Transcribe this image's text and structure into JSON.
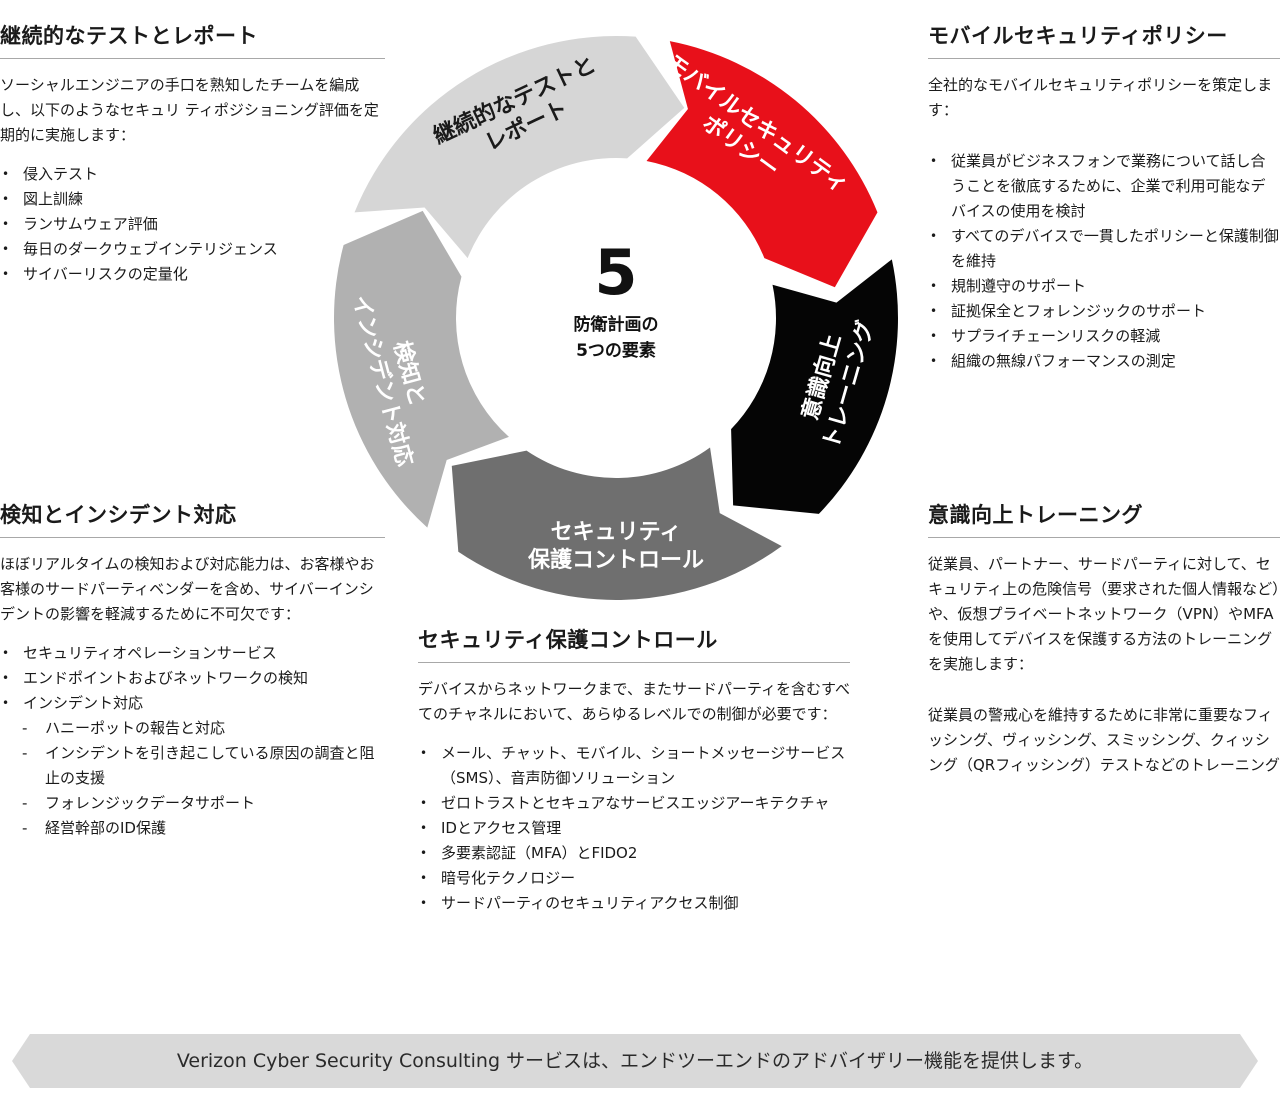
{
  "center": {
    "number": "5",
    "line1": "防衛計画の",
    "line2": "5つの要素"
  },
  "segments": [
    {
      "id": "testing",
      "lines": [
        "継続的なテストと",
        "レポート"
      ]
    },
    {
      "id": "mobile",
      "lines": [
        "モバイルセキュリティ",
        "ポリシー"
      ]
    },
    {
      "id": "awareness",
      "lines": [
        "意識向上",
        "トレーニング"
      ]
    },
    {
      "id": "controls",
      "lines": [
        "セキュリティ",
        "保護コントロール"
      ]
    },
    {
      "id": "detection",
      "lines": [
        "検知と",
        "インシデント対応"
      ]
    }
  ],
  "colors": {
    "testing": "#d6d6d6",
    "mobile": "#e8101a",
    "awareness": "#050505",
    "controls": "#6f6f6f",
    "detection": "#b1b1b1",
    "footer": "#d9d9d9"
  },
  "panels": {
    "testing": {
      "title": "継続的なテストとレポート",
      "intro": "ソーシャルエンジニアの手口を熟知したチームを編成し、以下のようなセキュリ ティポジショニング評価を定期的に実施します：",
      "bullets": [
        "侵入テスト",
        "図上訓練",
        "ランサムウェア評価",
        "毎日のダークウェブインテリジェンス",
        "サイバーリスクの定量化"
      ]
    },
    "mobile": {
      "title": "モバイルセキュリティポリシー",
      "intro": "全社的なモバイルセキュリティポリシーを策定します：",
      "bullets": [
        "従業員がビジネスフォンで業務について話し合うことを徹底するために、企業で利用可能なデバイスの使用を検討",
        "すべてのデバイスで一貫したポリシーと保護制御を維持",
        "規制遵守のサポート",
        "証拠保全とフォレンジックのサポート",
        "サプライチェーンリスクの軽減",
        "組織の無線パフォーマンスの測定"
      ]
    },
    "detection": {
      "title": "検知とインシデント対応",
      "intro": "ほぼリアルタイムの検知および対応能力は、お客様やお客様のサードパーティベンダーを含め、サイバーインシデントの影響を軽減するために不可欠です：",
      "bullets": [
        "セキュリティオペレーションサービス",
        "エンドポイントおよびネットワークの検知",
        "インシデント対応"
      ],
      "subbullets": [
        "ハニーポットの報告と対応",
        "インシデントを引き起こしている原因の調査と阻止の支援",
        "フォレンジックデータサポート",
        "経営幹部のID保護"
      ]
    },
    "awareness": {
      "title": "意識向上トレーニング",
      "intro": "従業員、パートナー、サードパーティに対して、セキュリティ上の危険信号（要求された個人情報など）や、仮想プライベートネットワーク（VPN）やMFAを使用してデバイスを保護する方法のトレーニングを実施します：",
      "intro2": "従業員の警戒心を維持するために非常に重要なフィッシング、ヴィッシング、スミッシング、クィッシング（QRフィッシング）テストなどのトレーニング"
    },
    "controls": {
      "title": "セキュリティ保護コントロール",
      "intro": "デバイスからネットワークまで、またサードパーティを含むすべてのチャネルにおいて、あらゆるレベルでの制御が必要です：",
      "bullets": [
        "メール、チャット、モバイル、ショートメッセージサービス（SMS）、音声防御ソリューション",
        "ゼロトラストとセキュアなサービスエッジアーキテクチャ",
        "IDとアクセス管理",
        "多要素認証（MFA）とFIDO2",
        "暗号化テクノロジー",
        "サードパーティのセキュリティアクセス制御"
      ]
    }
  },
  "footer": {
    "text": "Verizon Cyber Security Consulting サービスは、エンドツーエンドのアドバイザリー機能を提供します。"
  }
}
